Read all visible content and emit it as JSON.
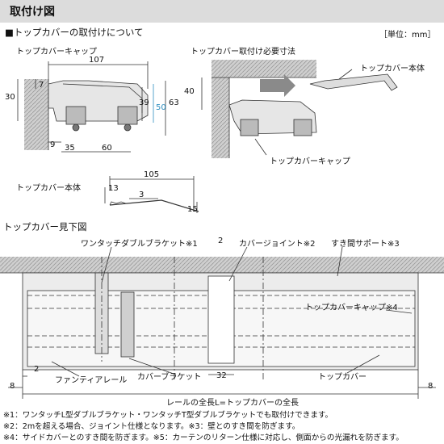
{
  "header": {
    "title": "取付け図"
  },
  "section_title": "■トップカバーの取付けについて",
  "unit": "［単位：mm］",
  "cap_view": {
    "title": "トップカバーキャップ",
    "dims": {
      "w107": "107",
      "d7": "7",
      "d30": "30",
      "d39": "39",
      "d50": "50",
      "d63": "63",
      "d9": "9",
      "d35": "35",
      "d60": "60"
    },
    "highlight_color": "#2e8fc0"
  },
  "clearance_view": {
    "title": "トップカバー取付け必要寸法",
    "dim40": "40",
    "label_body": "トップカバー本体",
    "label_cap": "トップカバーキャップ"
  },
  "body_view": {
    "title": "トップカバー本体",
    "dims": {
      "w105": "105",
      "d13": "13",
      "d3": "3",
      "d15": "15"
    }
  },
  "bottom_view": {
    "title": "トップカバー見下図",
    "labels": {
      "bracket": "ワンタッチダブルブラケット※1",
      "joint": "カバージョイント※2",
      "support": "すき間サポート※3",
      "cap": "トップカバーキャップ※4",
      "fantasia_rail": "ファンティアレール",
      "cover_bracket": "カバーブラケット",
      "top_cover": "トップカバー",
      "total_length": "レールの全長L=トップカバーの全長"
    },
    "dims": {
      "d2a": "2",
      "d2b": "2",
      "d8a": "8",
      "d8b": "8",
      "d32": "32"
    }
  },
  "notes": [
    "※1：ワンタッチL型ダブルブラケット・ワンタッチT型ダブルブラケットでも取付けできます。",
    "※2：2mを超える場合、ジョイント仕様となります。※3：壁とのすき間を防ぎます。",
    "※4：サイドカバーとのすき間を防ぎます。※5：カーテンのリターン仕様に対応し、側面からの光漏れを防ぎます。"
  ]
}
